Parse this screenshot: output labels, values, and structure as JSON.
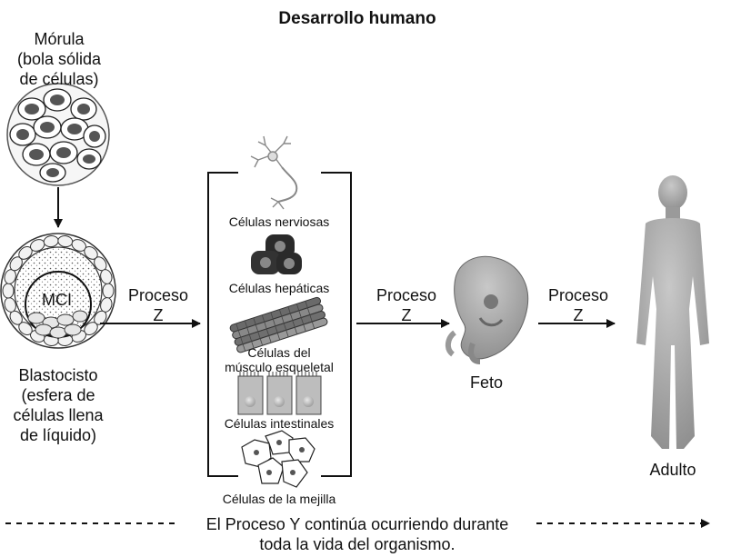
{
  "title": "Desarrollo humano",
  "morula": {
    "line1": "Mórula",
    "line2": "(bola sólida",
    "line3": "de células)"
  },
  "blastocyst": {
    "mci": "MCI",
    "line1": "Blastocisto",
    "line2": "(esfera de",
    "line3": "células llena",
    "line4": "de líquido)"
  },
  "process_z": {
    "word": "Proceso",
    "letter": "Z"
  },
  "cells": {
    "nerve": "Células nerviosas",
    "liver": "Células hepáticas",
    "muscle_line1": "Células del",
    "muscle_line2": "músculo esqueletal",
    "intestinal": "Células intestinales",
    "cheek": "Células de la mejilla"
  },
  "fetus": "Feto",
  "adult": "Adulto",
  "process_y": {
    "line1": "El Proceso Y continúa ocurriendo durante",
    "line2": "toda la vida del organismo."
  }
}
